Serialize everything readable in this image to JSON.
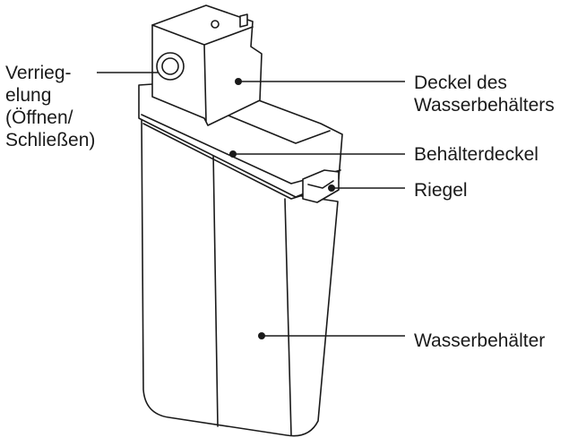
{
  "labels": {
    "verriegelung": [
      "Verrieg-",
      "elung",
      "(Öffnen/",
      "Schließen)"
    ],
    "deckel_wasserbehaelter": [
      "Deckel des",
      "Wasserbehälters"
    ],
    "behaelterdeckel": "Behälterdeckel",
    "riegel": "Riegel",
    "wasserbehaelter": "Wasserbehälter"
  }
}
